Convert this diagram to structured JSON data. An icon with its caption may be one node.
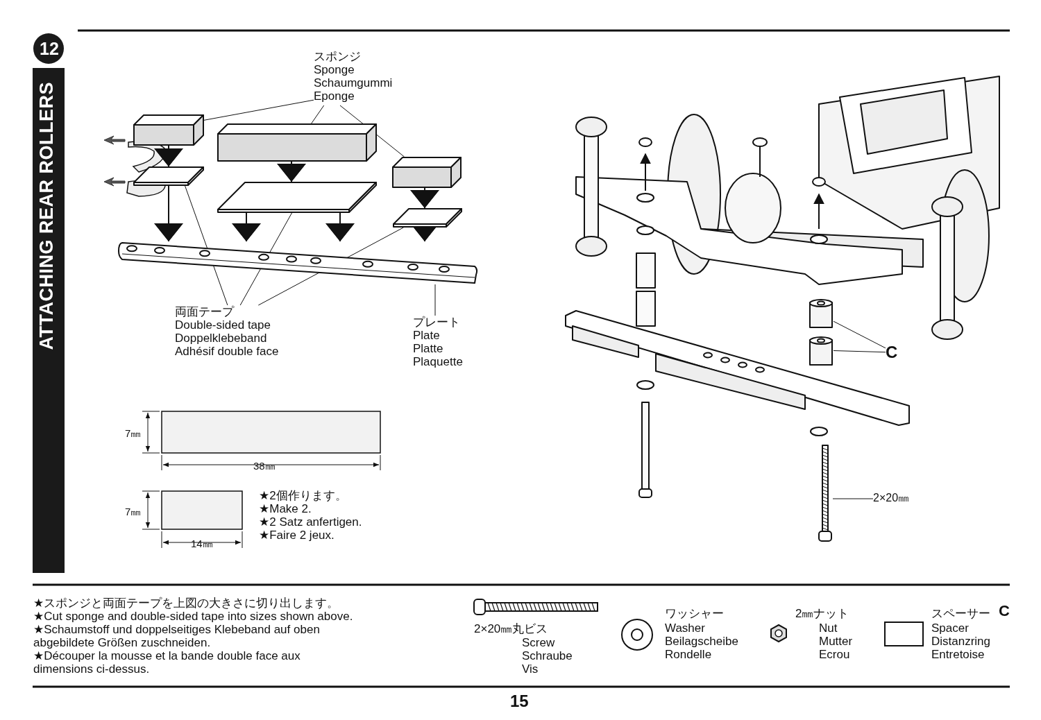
{
  "diagram": {
    "title": "ATTACHING REAR ROLLERS",
    "nodes": [
      {
        "text": [
          "スポンジ",
          "Sponge",
          "Schaumgummi",
          "Eponge"
        ]
      },
      {
        "text": [],
        "shape": "box"
      },
      {
        "text": [],
        "shape": "box"
      },
      {
        "text": [],
        "shape": "box"
      },
      {
        "text": [],
        "shape": "picture"
      },
      {
        "text": [],
        "shape": "picture"
      },
      {
        "text": [],
        "shape": "picture"
      },
      {
        "text": [],
        "shape": "picture"
      },
      {
        "text": [
          "両面テープ",
          "Double-sided tape",
          "Doppelklebeband",
          "Adhésif double face"
        ]
      },
      {
        "text": [
          "プレート",
          "Plate",
          "Platte",
          "Plaquette"
        ]
      },
      {
        "text": [],
        "shape": "cylinder"
      },
      {
        "text": [],
        "shape": "cylinder"
      },
      {
        "text": [
          "C"
        ]
      },
      {
        "text": [],
        "shape": "picture"
      },
      {
        "text": [
          "2×20㎜"
        ]
      }
    ],
    "edges": [
      {
        "from": 0,
        "to": 1,
        "arrow": "none"
      },
      {
        "from": 0,
        "to": 2,
        "arrow": "none"
      },
      {
        "from": 0,
        "to": 3,
        "arrow": "none"
      },
      {
        "from": 1,
        "to": 4,
        "arrow": "to"
      },
      {
        "from": 4,
        "to": 7,
        "arrow": "to"
      },
      {
        "from": 2,
        "to": 5,
        "arrow": "to"
      },
      {
        "from": 5,
        "to": 7,
        "arrow": "to"
      },
      {
        "from": 5,
        "to": 7,
        "arrow": "to"
      },
      {
        "from": 3,
        "to": 6,
        "arrow": "to"
      },
      {
        "from": 6,
        "to": 7,
        "arrow": "to"
      },
      {
        "from": 8,
        "to": 4,
        "arrow": "none"
      },
      {
        "from": 8,
        "to": 5,
        "arrow": "none"
      },
      {
        "from": 8,
        "to": 6,
        "arrow": "none"
      },
      {
        "from": 9,
        "to": 7,
        "arrow": "none"
      },
      {
        "from": 12,
        "to": 10,
        "arrow": "none"
      },
      {
        "from": 12,
        "to": 11,
        "arrow": "none"
      },
      {
        "from": 14,
        "to": 13,
        "arrow": "none"
      }
    ],
    "labels": [
      "12",
      "7㎜",
      "38㎜",
      "7㎜",
      "★2個作ります。",
      "★Make 2.",
      "★2 Satz anfertigen.",
      "★Faire 2 jeux.",
      "14㎜",
      "★スポンジと両面テープを上図の大きさに切り出します。",
      "★Cut sponge and double-sided tape into sizes shown above.",
      "★Schaumstoff und doppelseitiges Klebeband auf oben abgebildete Größen zuschneiden.",
      "★Découper la mousse et la bande double face aux dimensions ci-dessus.",
      "2×20㎜丸ビス",
      "Screw",
      "Schraube",
      "Vis",
      "ワッシャー",
      "Washer",
      "Beilagscheibe",
      "Rondelle",
      "2㎜ナット",
      "Nut",
      "Mutter",
      "Ecrou",
      "スペーサー",
      "C",
      "Spacer",
      "Distanzring",
      "Entretoise",
      "15"
    ]
  }
}
